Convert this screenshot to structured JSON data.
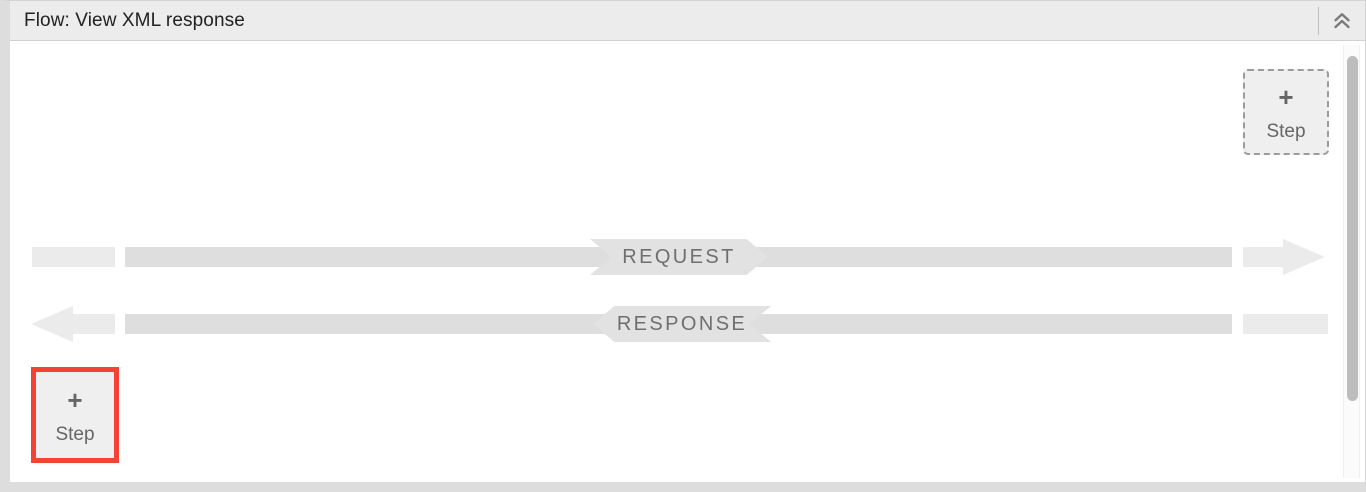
{
  "panel": {
    "header": {
      "title": "Flow: View XML response",
      "collapse_icon": "double-chevron-up-icon"
    }
  },
  "canvas": {
    "steps": [
      {
        "id": "add-step-top",
        "plus": "+",
        "label": "Step",
        "style": "dashed",
        "highlighted": false
      },
      {
        "id": "add-step-bottom",
        "plus": "+",
        "label": "Step",
        "style": "solid",
        "highlighted": true,
        "highlight_color": "#f44336"
      }
    ],
    "flows": [
      {
        "id": "request-row",
        "label": "REQUEST",
        "direction": "right"
      },
      {
        "id": "response-row",
        "label": "RESPONSE",
        "direction": "left"
      }
    ],
    "scrollbar": {
      "orientation": "vertical",
      "thumb_position": "top"
    }
  },
  "colors": {
    "header_bg": "#ececec",
    "panel_border": "#d4d4d4",
    "bar_light": "#ebebeb",
    "bar_dark": "#dededf",
    "banner_bg": "#e2e2e2",
    "label_text": "#6f6f6f",
    "step_bg": "#efefef",
    "step_text": "#666666",
    "highlight": "#f44336",
    "scroll_thumb": "#bdbdbd"
  }
}
